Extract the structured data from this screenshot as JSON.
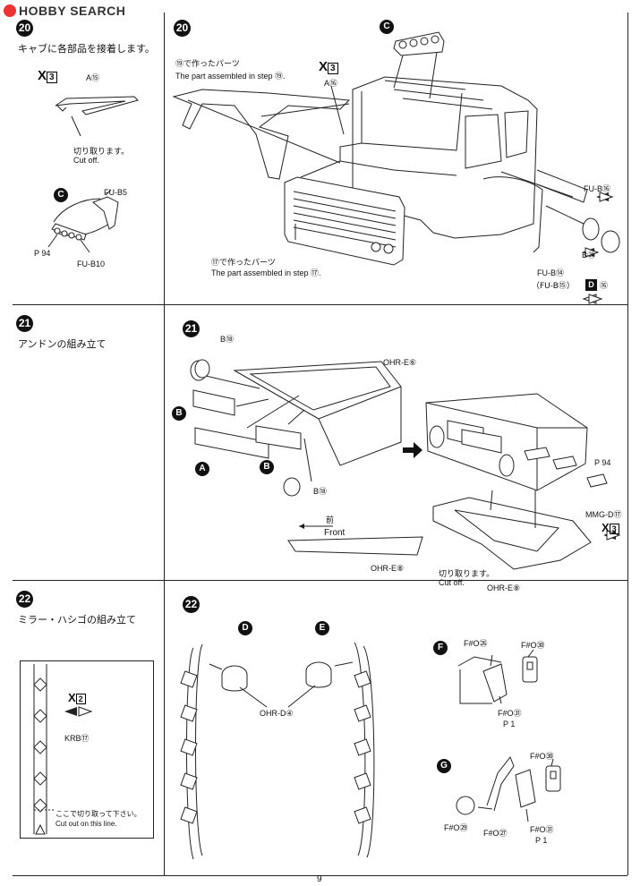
{
  "header": {
    "logo_text": "HOBBY SEARCH"
  },
  "left": {
    "step20": {
      "num": "20",
      "title": "キャブに各部品を接着します。",
      "part_label": "A⑮",
      "cut_jp": "切り取ります。",
      "cut_en": "Cut off.",
      "c_badge": "C",
      "part_fu_b5": "FU-B5",
      "part_fu_b10": "FU-B10",
      "p94": "P 94"
    },
    "step21": {
      "num": "21",
      "title": "アンドンの組み立て"
    },
    "step22": {
      "num": "22",
      "title": "ミラー・ハシゴの組み立て",
      "part_krb": "KRB⑰",
      "cut_jp": "ここで切り取って下さい。",
      "cut_en": "Cut out on this line."
    }
  },
  "main": {
    "step20": {
      "num": "20",
      "c_badge": "C",
      "step19_jp": "⑲で作ったパーツ",
      "step19_en": "The part assembled in step ⑲.",
      "step17_jp": "⑰で作ったパーツ",
      "step17_en": "The part assembled in step ⑰.",
      "a16": "A⑯",
      "fu_b16": "FU-B⑯",
      "b21": "B㉑",
      "fu_b14": "FU-B⑭",
      "fu_b15": "（FU-B⑮）",
      "d_badge": "D",
      "d16": "⑯"
    },
    "step21": {
      "num": "21",
      "b18_top": "B⑱",
      "ohr_e6": "OHR-E⑥",
      "b_badge_1": "B",
      "a_badge": "A",
      "b_badge_2": "B",
      "b18_bottom": "B⑱",
      "front_jp": "前",
      "front_en": "Front",
      "ohr_e8_left": "OHR-E⑧",
      "p94": "P 94",
      "mmg_d17": "MMG-D⑰",
      "cut_jp": "切り取ります。",
      "cut_en": "Cut off.",
      "ohr_e8_right": "OHR-E⑧"
    },
    "step22": {
      "num": "22",
      "d_badge": "D",
      "e_badge": "E",
      "ohr_d4": "OHR-D④",
      "f_badge": "F",
      "f_fo26": "F#O㉖",
      "f_fo30": "F#O㉚",
      "f_fo31": "F#O㉛",
      "f_p1": "P 1",
      "g_badge": "G",
      "g_fo30": "F#O㉚",
      "g_fo29": "F#O㉙",
      "g_fo27": "F#O㉗",
      "g_fo31": "F#O㉛",
      "g_p1": "P 1"
    }
  },
  "footer": {
    "page_number": "9"
  }
}
